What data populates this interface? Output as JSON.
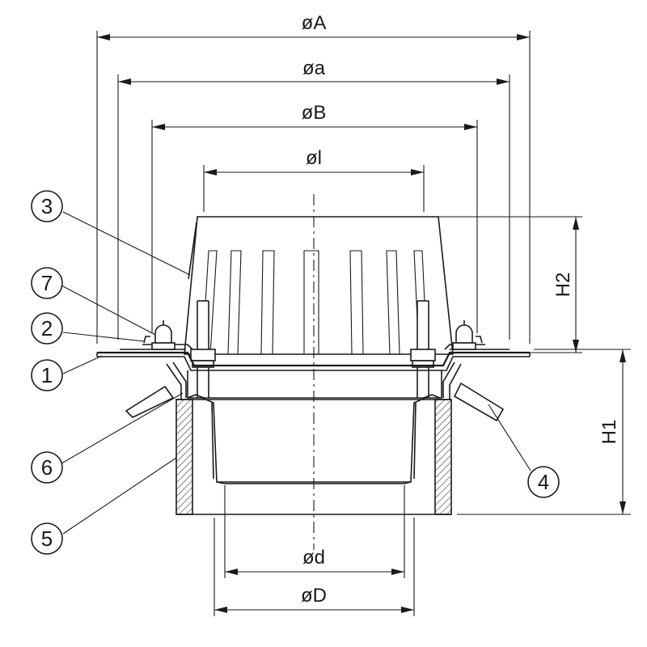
{
  "dimensions": {
    "outer_diameter": "øA",
    "flange_diameter": "øa",
    "clamp_diameter": "øB",
    "grate_diameter": "øl",
    "inner_pipe_diameter": "ød",
    "outer_pipe_diameter": "øD",
    "grate_height": "H2",
    "body_height": "H1"
  },
  "callouts": [
    {
      "id": "c1",
      "label": "1"
    },
    {
      "id": "c2",
      "label": "2"
    },
    {
      "id": "c3",
      "label": "3"
    },
    {
      "id": "c4",
      "label": "4"
    },
    {
      "id": "c5",
      "label": "5"
    },
    {
      "id": "c6",
      "label": "6"
    },
    {
      "id": "c7",
      "label": "7"
    }
  ]
}
